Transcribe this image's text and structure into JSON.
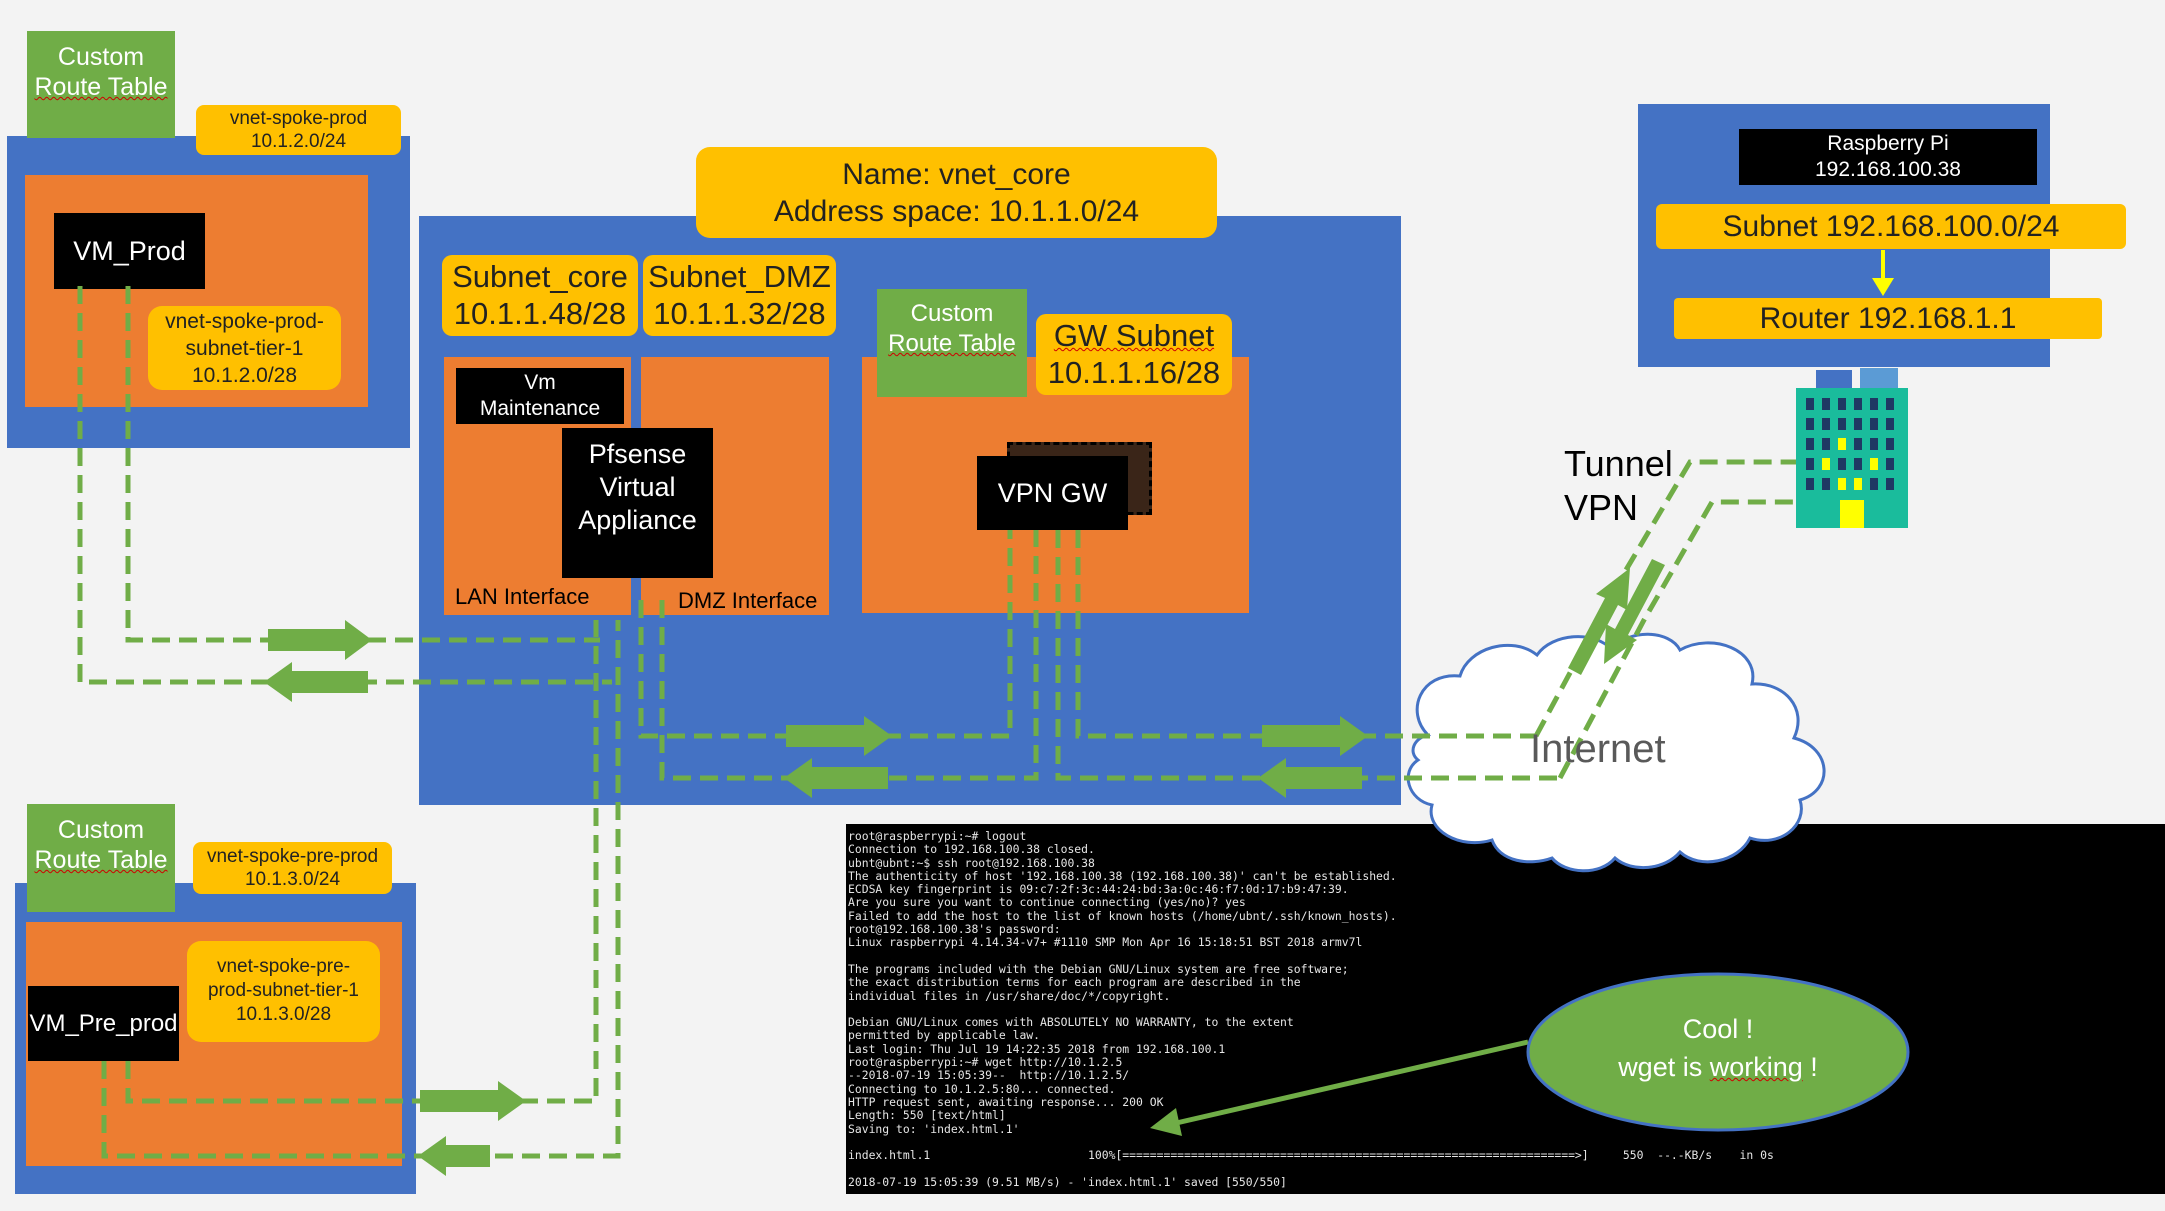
{
  "spoke_prod": {
    "route_table": "Custom Route Table",
    "route_table_line1": "Custom",
    "route_table_line2": "Route Table",
    "vnet_name": "vnet-spoke-prod",
    "vnet_space": "10.1.2.0/24",
    "vm": "VM_Prod",
    "subnet_l1": "vnet-spoke-prod-",
    "subnet_l2": "subnet-tier-1",
    "subnet_l3": "10.1.2.0/28"
  },
  "spoke_preprod": {
    "route_table_line1": "Custom",
    "route_table_line2": "Route Table",
    "vnet_name": "vnet-spoke-pre-prod",
    "vnet_space": "10.1.3.0/24",
    "vm": "VM_Pre_prod",
    "subnet_l1": "vnet-spoke-pre-",
    "subnet_l2": "prod-subnet-tier-1",
    "subnet_l3": "10.1.3.0/28"
  },
  "core": {
    "name_line": "Name: vnet_core",
    "address_line": "Address space: 10.1.1.0/24",
    "subnet_core_name": "Subnet_core",
    "subnet_core_range": "10.1.1.48/28",
    "subnet_dmz_name": "Subnet_DMZ",
    "subnet_dmz_range": "10.1.1.32/28",
    "vm_maint_l1": "Vm",
    "vm_maint_l2": "Maintenance",
    "pfsense_l1": "Pfsense",
    "pfsense_l2": "Virtual",
    "pfsense_l3": "Appliance",
    "lan_interface": "LAN Interface",
    "dmz_interface": "DMZ Interface",
    "gw_route_l1": "Custom",
    "gw_route_l2": "Route Table",
    "gw_subnet_name": "GW Subnet",
    "gw_subnet_range": "10.1.1.16/28",
    "vpn_gw": "VPN GW"
  },
  "onprem": {
    "device_l1": "Raspberry Pi",
    "device_l2": "192.168.100.38",
    "subnet": "Subnet 192.168.100.0/24",
    "router": "Router 192.168.1.1"
  },
  "labels": {
    "tunnel_l1": "Tunnel",
    "tunnel_l2": "VPN",
    "internet": "Internet",
    "callout_l1": "Cool !",
    "callout_l2_a": "wget is ",
    "callout_l2_b": "working",
    "callout_l2_c": " !"
  },
  "terminal_lines": [
    "root@raspberrypi:~# logout",
    "Connection to 192.168.100.38 closed.",
    "ubnt@ubnt:~$ ssh root@192.168.100.38",
    "The authenticity of host '192.168.100.38 (192.168.100.38)' can't be established.",
    "ECDSA key fingerprint is 09:c7:2f:3c:44:24:bd:3a:0c:46:f7:0d:17:b9:47:39.",
    "Are you sure you want to continue connecting (yes/no)? yes",
    "Failed to add the host to the list of known hosts (/home/ubnt/.ssh/known_hosts).",
    "root@192.168.100.38's password:",
    "Linux raspberrypi 4.14.34-v7+ #1110 SMP Mon Apr 16 15:18:51 BST 2018 armv7l",
    "",
    "The programs included with the Debian GNU/Linux system are free software;",
    "the exact distribution terms for each program are described in the",
    "individual files in /usr/share/doc/*/copyright.",
    "",
    "Debian GNU/Linux comes with ABSOLUTELY NO WARRANTY, to the extent",
    "permitted by applicable law.",
    "Last login: Thu Jul 19 14:22:35 2018 from 192.168.100.1",
    "root@raspberrypi:~# wget http://10.1.2.5",
    "--2018-07-19 15:05:39--  http://10.1.2.5/",
    "Connecting to 10.1.2.5:80... connected.",
    "HTTP request sent, awaiting response... 200 OK",
    "Length: 550 [text/html]",
    "Saving to: 'index.html.1'",
    "",
    "index.html.1                       100%[==================================================================>]     550  --.-KB/s    in 0s",
    "",
    "2018-07-19 15:05:39 (9.51 MB/s) - 'index.html.1' saved [550/550]"
  ],
  "colors": {
    "vnet_blue": "#4472c4",
    "subnet_orange": "#ed7d31",
    "label_yellow": "#ffc000",
    "route_green": "#70ad47",
    "flow_green": "#70ad47",
    "cloud_outline": "#4472c4"
  }
}
